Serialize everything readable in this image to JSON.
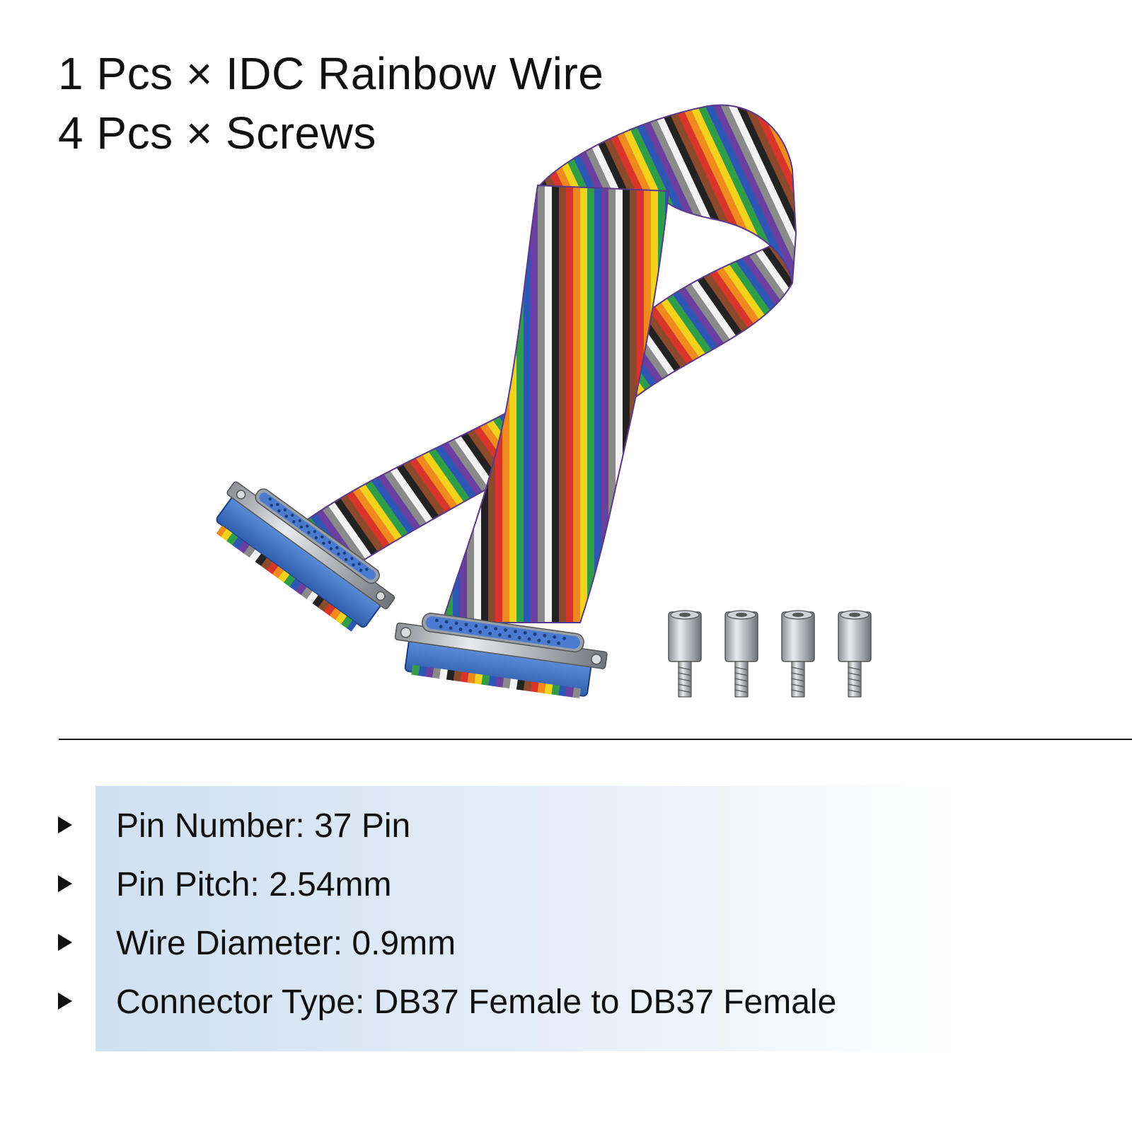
{
  "header": {
    "lines": [
      "1 Pcs × IDC Rainbow Wire",
      "4 Pcs × Screws"
    ]
  },
  "specs": [
    "Pin Number: 37 Pin",
    "Pin Pitch: 2.54mm",
    "Wire Diameter: 0.9mm",
    "Connector Type: DB37 Female to DB37 Female"
  ],
  "colors": {
    "wire_stripes": [
      "#d8342a",
      "#f08a1f",
      "#f2d21b",
      "#2f9e46",
      "#2c57b5",
      "#6a3fa0",
      "#8a8a8a",
      "#ffffff",
      "#222222",
      "#8b4a2b"
    ],
    "connector_blue": "#3f76c9",
    "metal": "#b9bcc2",
    "panel_gradient_start": "#cfe0f1"
  },
  "icons": [
    "bullet-triangle-icon",
    "screw-standoff-icon"
  ]
}
